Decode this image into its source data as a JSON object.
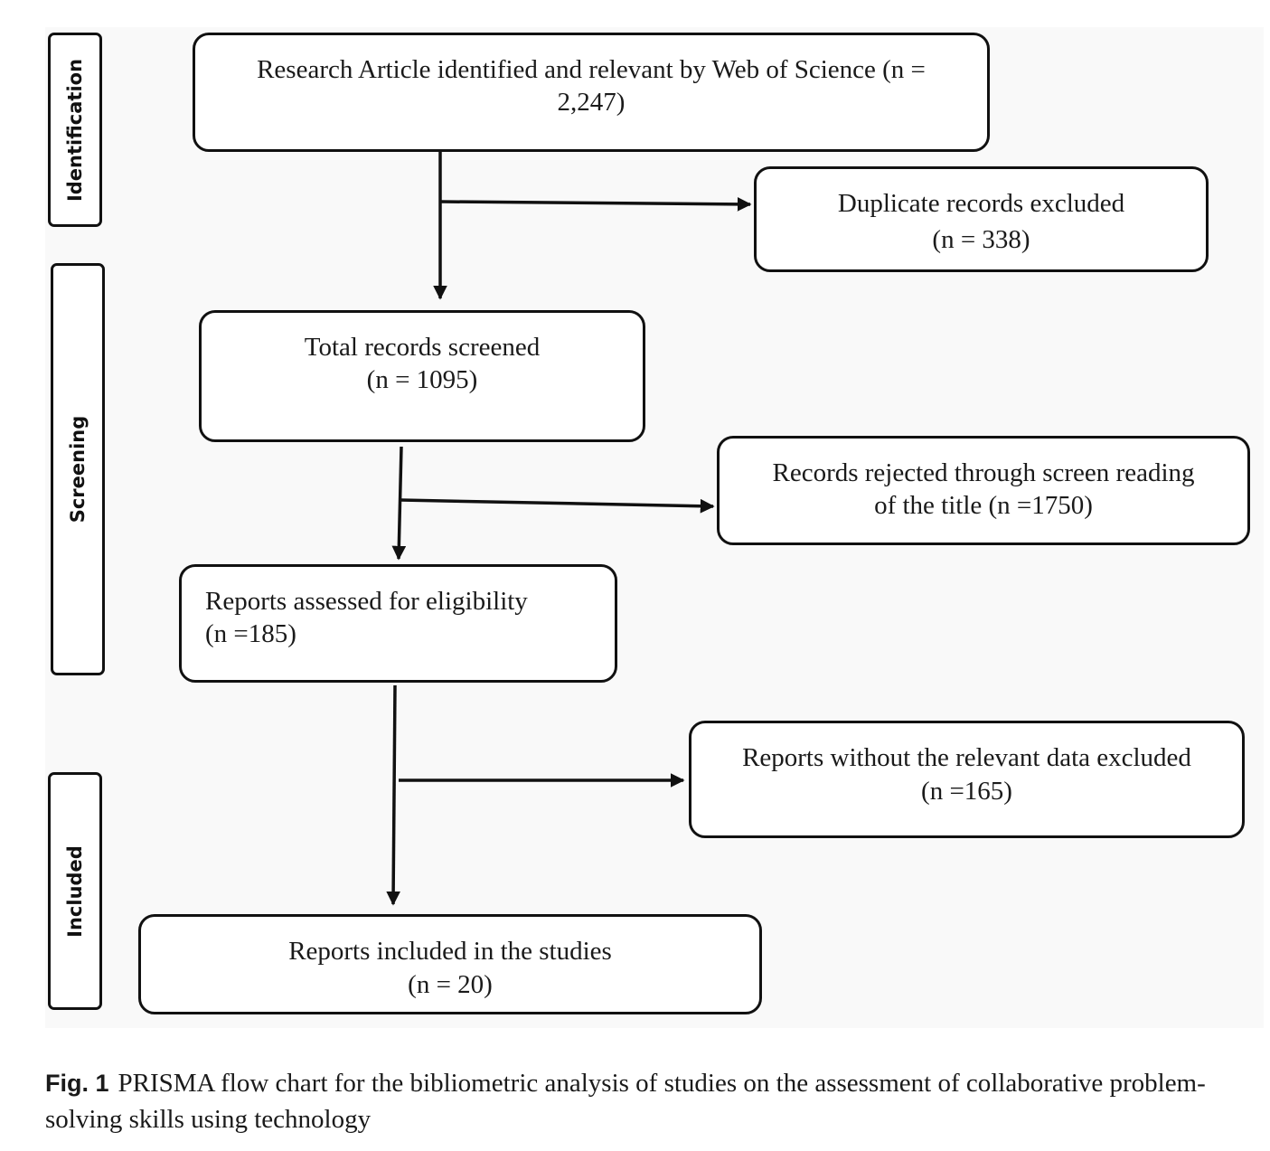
{
  "stages": {
    "identification": "Identification",
    "screening": "Screening",
    "included": "Included"
  },
  "boxes": {
    "identified": {
      "line1": "Research Article identified and relevant by Web of Science (n =",
      "line2": "2,247)"
    },
    "duplicates": {
      "line1": "Duplicate records excluded",
      "line2": "(n = 338)"
    },
    "screened": {
      "line1": "Total records screened",
      "line2": "(n = 1095)"
    },
    "rejected": {
      "line1": "Records rejected through screen reading",
      "line2": "of the title (n =1750)"
    },
    "assessed": {
      "line1": "Reports assessed for eligibility",
      "line2": "(n =185)"
    },
    "without_data": {
      "line1": "Reports without the relevant data excluded",
      "line2": "(n =165)"
    },
    "included": {
      "line1": "Reports included in the studies",
      "line2": "(n = 20)"
    }
  },
  "caption": {
    "label": "Fig. 1",
    "text": "PRISMA flow chart for the bibliometric analysis of studies on the assessment of collaborative problem-solving skills using technology"
  }
}
